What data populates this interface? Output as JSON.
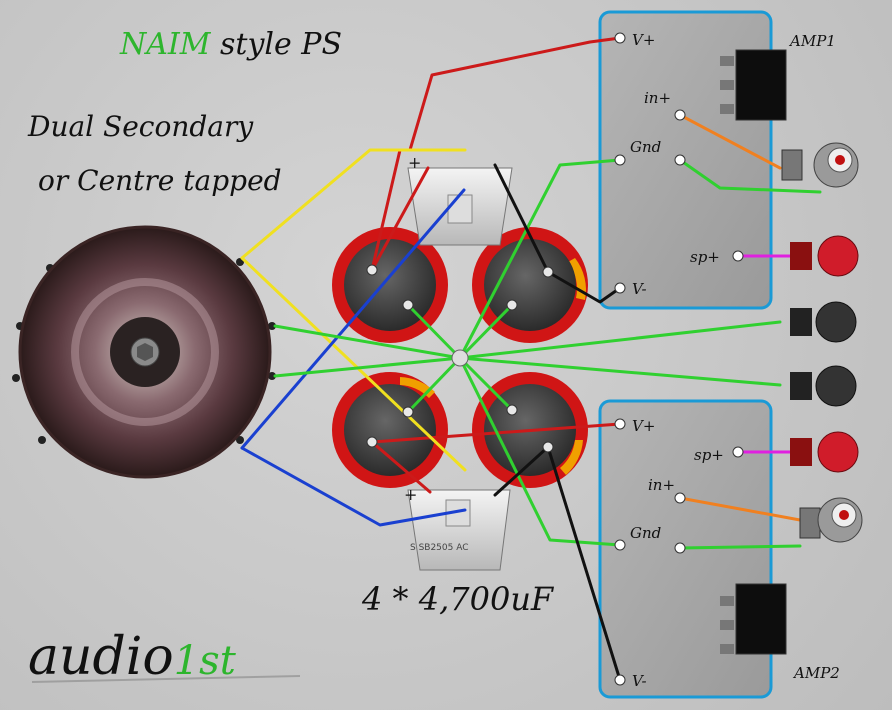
{
  "title": {
    "brand": "NAIM",
    "rest": " style PS"
  },
  "subtitle": {
    "line1": "Dual Secondary",
    "line2": "or Centre tapped"
  },
  "caps_label": "4 * 4,700uF",
  "logo": {
    "text": "audio",
    "suffix": "1st"
  },
  "amp1": {
    "name": "AMP1",
    "v_plus": "V+",
    "in_plus": "in+",
    "gnd": "Gnd",
    "sp_plus": "sp+",
    "v_minus": "V-"
  },
  "amp2": {
    "name": "AMP2",
    "v_plus": "V+",
    "sp_plus": "sp+",
    "in_plus": "in+",
    "gnd": "Gnd",
    "v_minus": "V-"
  },
  "bridge_top": {
    "plus": "+"
  },
  "bridge_bottom": {
    "plus": "+",
    "marking": "S SB2505 AC"
  },
  "colors": {
    "background": "#c9c9c9",
    "amp_panel": "#a8a8a8",
    "amp_border": "#1a9ad6",
    "wire_red": "#cc1a1a",
    "wire_yellow": "#f0e020",
    "wire_blue": "#1a40d0",
    "wire_green": "#30d030",
    "wire_black": "#111111",
    "wire_orange": "#f08020",
    "wire_magenta": "#e020e0",
    "brand_green": "#2db52d"
  }
}
